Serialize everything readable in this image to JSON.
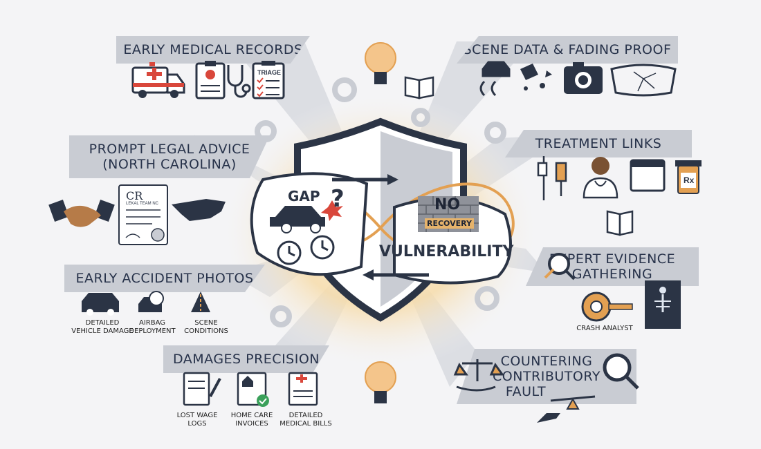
{
  "sections": {
    "early_medical": {
      "title": "EARLY MEDICAL RECORDS",
      "triage_label": "TRIAGE"
    },
    "scene_data": {
      "title": "SCENE DATA & FADING PROOF"
    },
    "prompt_legal": {
      "title_line1": "PROMPT LEGAL ADVICE",
      "title_line2": "(NORTH CAROLINA)",
      "document_logo": "CR",
      "document_subtitle": "LEKAL TEAM NC"
    },
    "treatment": {
      "title": "TREATMENT LINKS",
      "rx_label": "Rx"
    },
    "accident_photos": {
      "title": "EARLY ACCIDENT PHOTOS",
      "items": [
        {
          "label_line1": "DETAILED",
          "label_line2": "VEHICLE DAMAGE"
        },
        {
          "label_line1": "AIRBAG",
          "label_line2": "DEPLOYMENT"
        },
        {
          "label_line1": "SCENE",
          "label_line2": "CONDITIONS"
        }
      ]
    },
    "expert": {
      "title_line1": "EXPERT EVIDENCE",
      "title_line2": "GATHERING",
      "crash_label": "CRASH ANALYST"
    },
    "damages": {
      "title": "DAMAGES PRECISION",
      "items": [
        {
          "label_line1": "LOST WAGE",
          "label_line2": "LOGS"
        },
        {
          "label_line1": "HOME CARE",
          "label_line2": "INVOICES"
        },
        {
          "label_line1": "DETAILED",
          "label_line2": "MEDICAL BILLS"
        }
      ]
    },
    "countering": {
      "title_line1": "COUNTERING",
      "title_line2": "CONTRIBUTORY",
      "title_line3": "FAULT"
    }
  },
  "center": {
    "gap": "GAP",
    "question": "?",
    "no": "NO",
    "recovery": "RECOVERY",
    "vulnerability": "VULNERABILITY"
  },
  "colors": {
    "navy": "#2b3445",
    "banner": "#c9ccd3",
    "accent": "#e3a052",
    "glow": "#f7d9a6",
    "red": "#d9473b"
  }
}
